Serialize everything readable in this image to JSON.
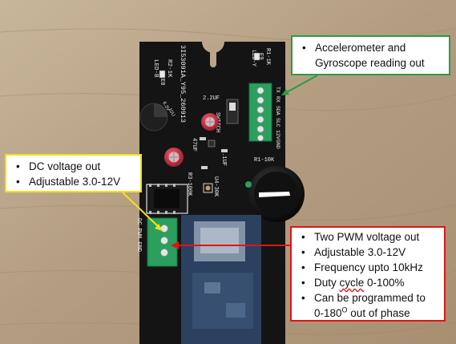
{
  "callouts": {
    "yellow": {
      "border_color": "#f2e21b",
      "items": [
        "DC voltage out",
        "Adjustable 3.0-12V"
      ]
    },
    "green": {
      "border_color": "#2e9a45",
      "items": [
        "Accelerometer and Gyroscope reading out"
      ]
    },
    "red": {
      "border_color": "#e01515",
      "items": [
        "Two PWM voltage out",
        "Adjustable 3.0-12V",
        "Frequency upto 10kHz",
        "Duty cycle 0-100%",
        "Can be programmed to"
      ],
      "item_last": {
        "text_a": "0-180",
        "superscript": "O",
        "text_b": " out of phase"
      }
    }
  },
  "board_labels": {
    "part_number": "3I53091A_Y95_260913",
    "r2": "R2-1K",
    "e8": "E8",
    "led_b": "LED-B",
    "r1_top": "R1-1K",
    "e9": "E9",
    "led_y": "LED-Y",
    "cap_22": "2.2UF",
    "switch": "SWITCH",
    "cap_47": "47UF",
    "cap_01": "0.1UF",
    "pin_tx": "TX",
    "pin_rx": "RX",
    "pin_sda": "SDA",
    "pin_slc": "SLC",
    "pin_12v": "12V",
    "pin_gnd": "GND",
    "r1_10k": "R1-10K",
    "r3": "R3-100K",
    "u4": "U4-30K",
    "dc_pwm_gnd": "DC PWM GND",
    "cap_top": "6.3V",
    "cap_top2": "10U"
  },
  "colors": {
    "table": "#b9a58a",
    "pcb": "#141414",
    "silkscreen": "#f0f0f0",
    "terminal_green": "#2a9f5e"
  }
}
